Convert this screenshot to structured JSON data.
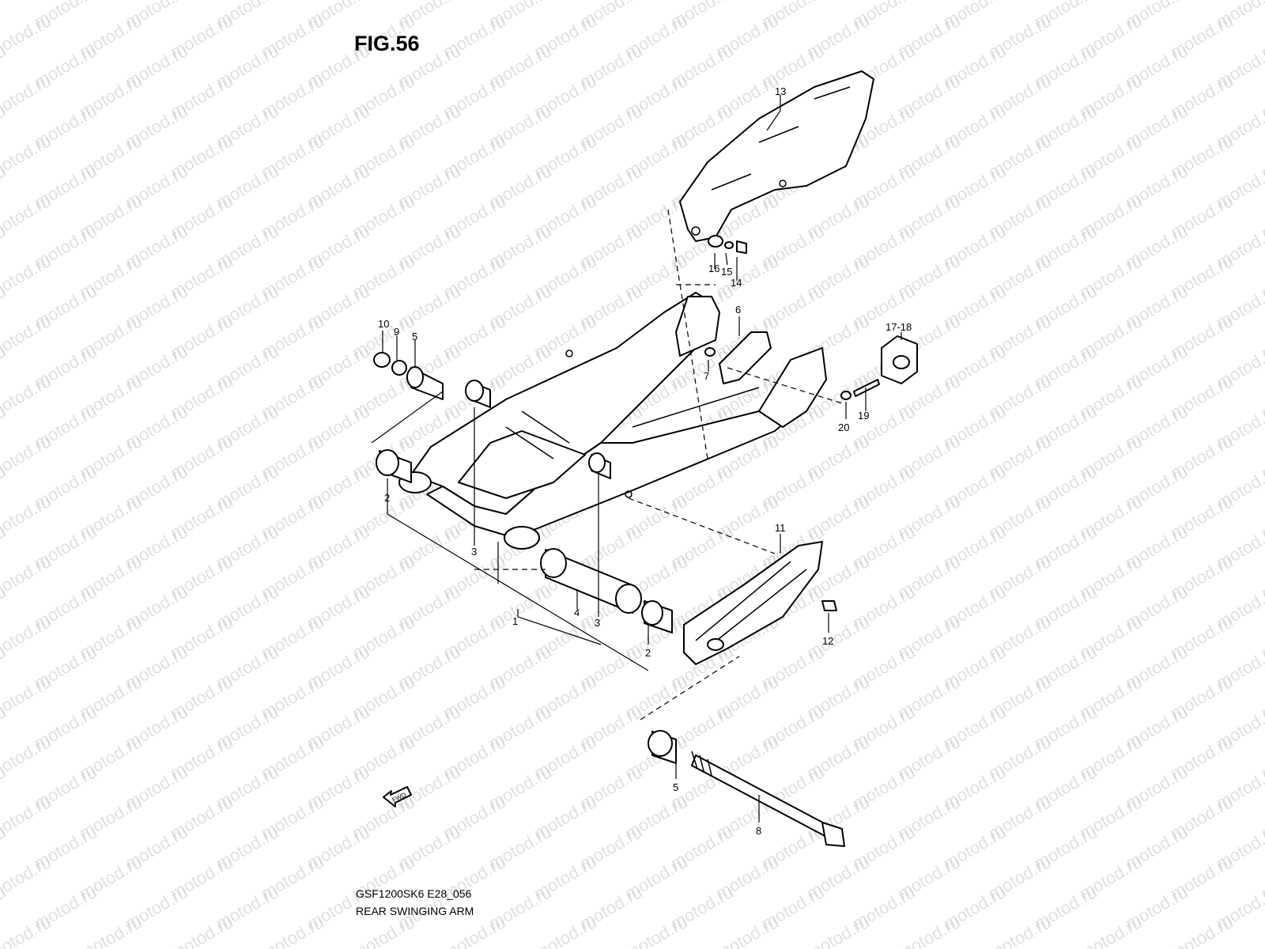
{
  "figure": {
    "title": "FIG.56",
    "model_code": "GSF1200SK6 E28_056",
    "name": "REAR SWINGING ARM",
    "watermark": "motod.ru",
    "fwd_label": "FWD"
  },
  "callouts": [
    {
      "id": "1",
      "label": "1"
    },
    {
      "id": "2a",
      "label": "2"
    },
    {
      "id": "2b",
      "label": "2"
    },
    {
      "id": "3a",
      "label": "3"
    },
    {
      "id": "3b",
      "label": "3"
    },
    {
      "id": "4",
      "label": "4"
    },
    {
      "id": "5a",
      "label": "5"
    },
    {
      "id": "5b",
      "label": "5"
    },
    {
      "id": "6",
      "label": "6"
    },
    {
      "id": "7",
      "label": "7"
    },
    {
      "id": "8",
      "label": "8"
    },
    {
      "id": "9",
      "label": "9"
    },
    {
      "id": "10",
      "label": "10"
    },
    {
      "id": "11",
      "label": "11"
    },
    {
      "id": "12",
      "label": "12"
    },
    {
      "id": "13",
      "label": "13"
    },
    {
      "id": "14",
      "label": "14"
    },
    {
      "id": "15",
      "label": "15"
    },
    {
      "id": "16",
      "label": "16"
    },
    {
      "id": "17-18",
      "label": "17-18"
    },
    {
      "id": "19",
      "label": "19"
    },
    {
      "id": "20",
      "label": "20"
    }
  ],
  "colors": {
    "line": "#000000",
    "watermark": "#c8c8c8",
    "background": "#ffffff"
  }
}
